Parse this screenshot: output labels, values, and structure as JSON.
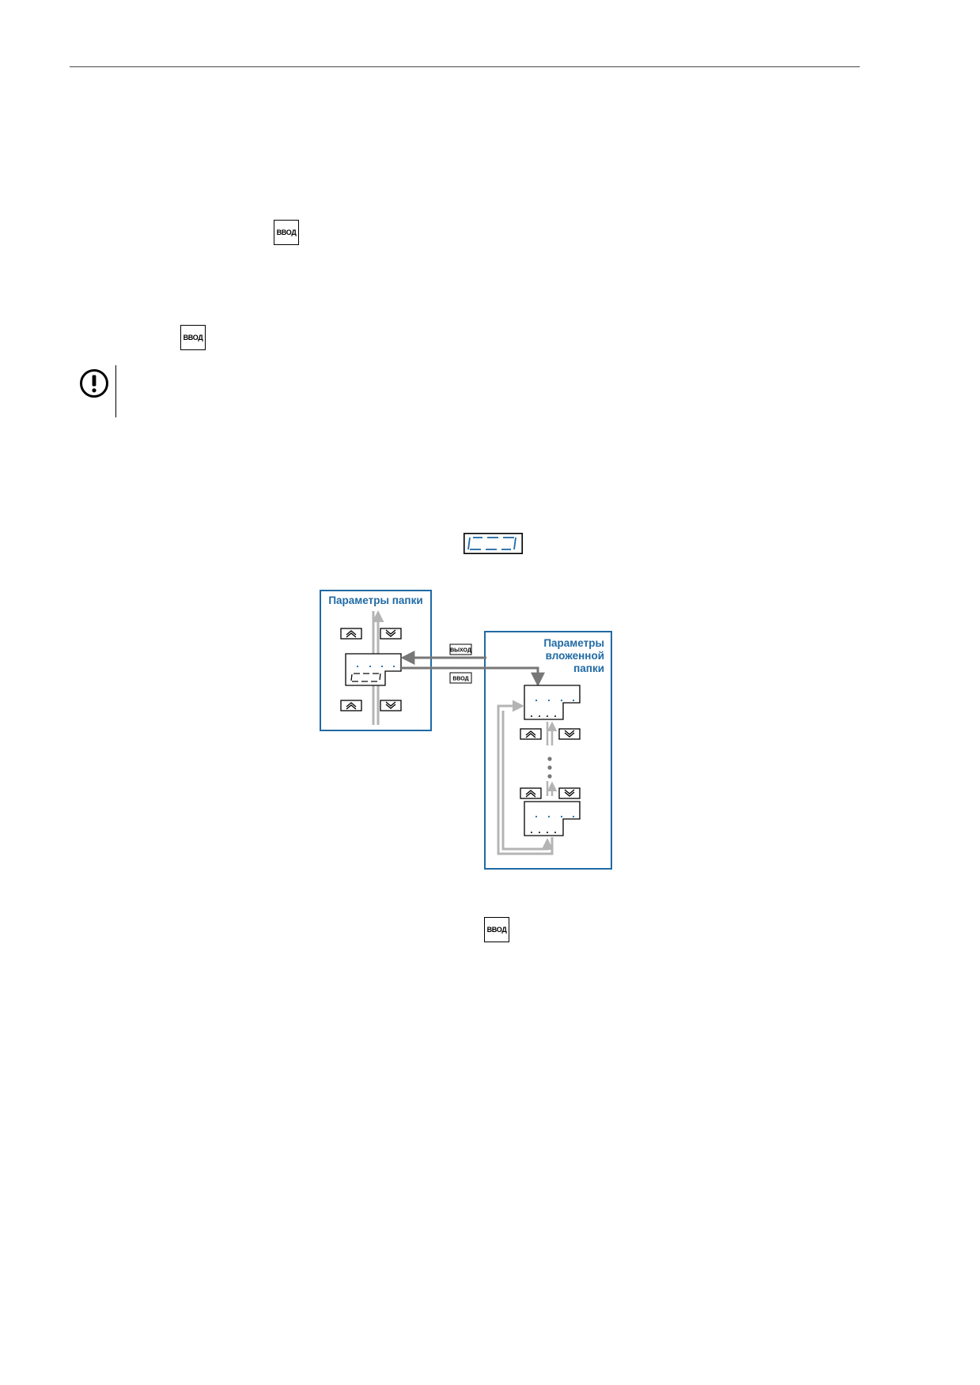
{
  "keys": {
    "enter": "ВВОД",
    "exit": "ВЫХОД"
  },
  "diagram": {
    "folder_params_title": "Параметры папки",
    "nested_title_line1": "Параметры",
    "nested_title_line2": "вложенной",
    "nested_title_line3": "папки",
    "exit_key": "ВЫХОД",
    "enter_key": "ВВОД"
  },
  "icons": {
    "warning": "exclamation-circle-icon",
    "up": "double-chevron-up-icon",
    "down": "double-chevron-down-icon"
  },
  "colors": {
    "accent_blue": "#1f6aa5",
    "arrow_gray": "#777777",
    "light_gray": "#b4b4b4"
  }
}
